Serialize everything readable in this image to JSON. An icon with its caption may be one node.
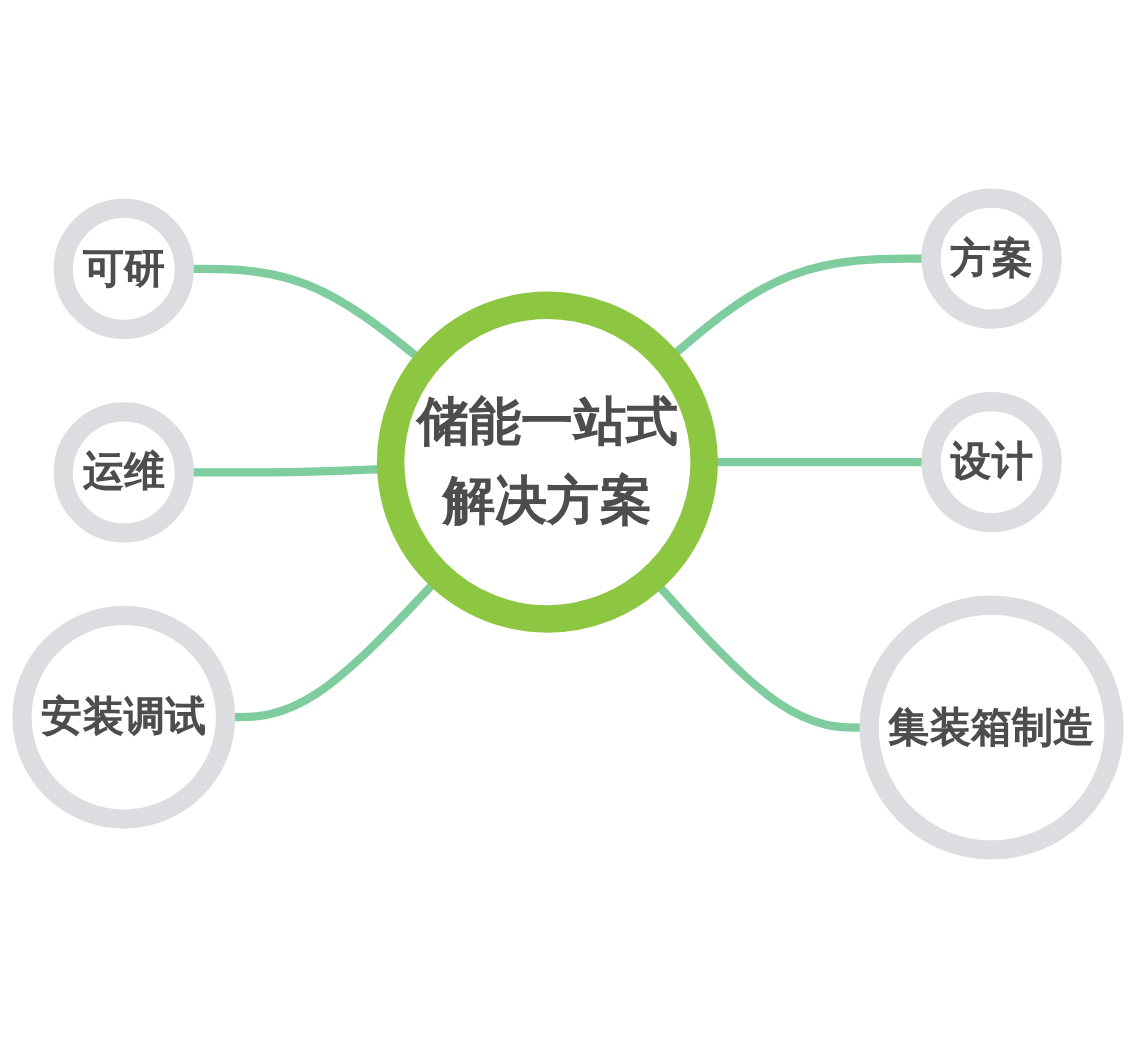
{
  "diagram": {
    "nodes": [
      {
        "text": [
          "储能一站式解决方案"
        ]
      },
      {
        "text": [
          "可研"
        ]
      },
      {
        "text": [
          "方案"
        ]
      },
      {
        "text": [
          "运维"
        ]
      },
      {
        "text": [
          "设计"
        ]
      },
      {
        "text": [
          "安装调试"
        ]
      },
      {
        "text": [
          "集装箱制造"
        ]
      }
    ],
    "edges": [
      {
        "from": 1,
        "to": 0,
        "arrow": "none"
      },
      {
        "from": 0,
        "to": 2,
        "arrow": "none"
      },
      {
        "from": 3,
        "to": 0,
        "arrow": "none"
      },
      {
        "from": 0,
        "to": 4,
        "arrow": "none"
      },
      {
        "from": 5,
        "to": 0,
        "arrow": "none"
      },
      {
        "from": 0,
        "to": 6,
        "arrow": "none"
      }
    ]
  }
}
